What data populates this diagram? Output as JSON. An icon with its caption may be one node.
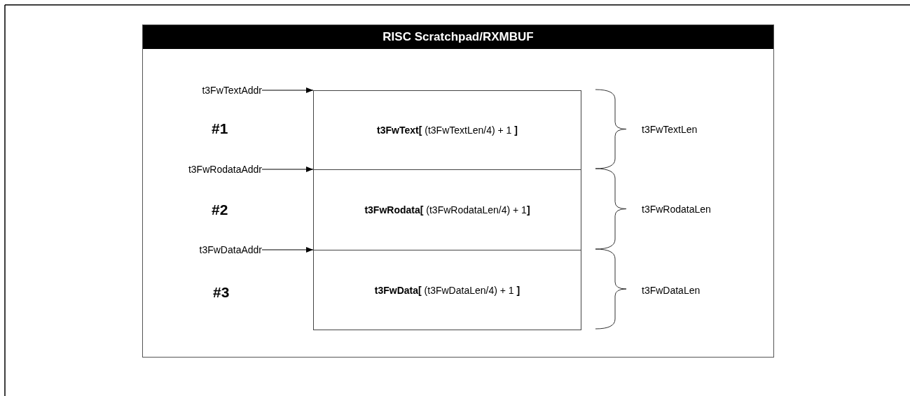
{
  "diagram": {
    "nodes": [
      {
        "text": [
          "RISC Scratchpad/RXMBUF"
        ]
      },
      {
        "text": [
          "t3FwTextAddr"
        ],
        "in": 0
      },
      {
        "text": [
          "**t3FwText[** (t3FwTextLen/4) + 1 **]**"
        ],
        "in": 0
      },
      {
        "text": [
          "t3FwRodataAddr"
        ],
        "in": 0
      },
      {
        "text": [
          "**t3FwRodata[** (t3FwRodataLen/4) + 1**]**"
        ],
        "in": 0
      },
      {
        "text": [
          "t3FwDataAddr"
        ],
        "in": 0
      },
      {
        "text": [
          "**t3FwData[** (t3FwDataLen/4) + 1 **]**"
        ],
        "in": 0
      }
    ],
    "edges": [
      {
        "from": 1,
        "to": 2,
        "arrow": "to"
      },
      {
        "from": 3,
        "to": 4,
        "arrow": "to"
      },
      {
        "from": 5,
        "to": 6,
        "arrow": "to"
      }
    ],
    "labels": [
      "#1",
      "t3FwTextLen",
      "#2",
      "t3FwRodataLen",
      "#3",
      "t3FwDataLen"
    ]
  }
}
